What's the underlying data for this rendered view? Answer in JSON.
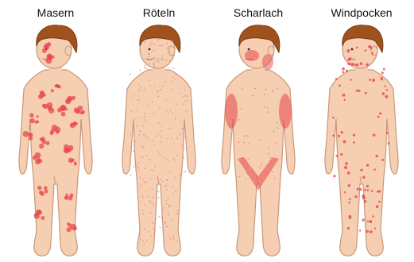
{
  "panels": [
    {
      "label": "Masern",
      "rash": "masern"
    },
    {
      "label": "Röteln",
      "rash": "roeteln"
    },
    {
      "label": "Scharlach",
      "rash": "scharlach"
    },
    {
      "label": "Windpocken",
      "rash": "windpocken"
    }
  ],
  "colors": {
    "skin": "#f6cfb2",
    "skin_outline": "#c9977a",
    "hair": "#a0521e",
    "hair_dark": "#7a3a12",
    "rash": "#e8474a",
    "rash_faint": "#d99a86"
  }
}
